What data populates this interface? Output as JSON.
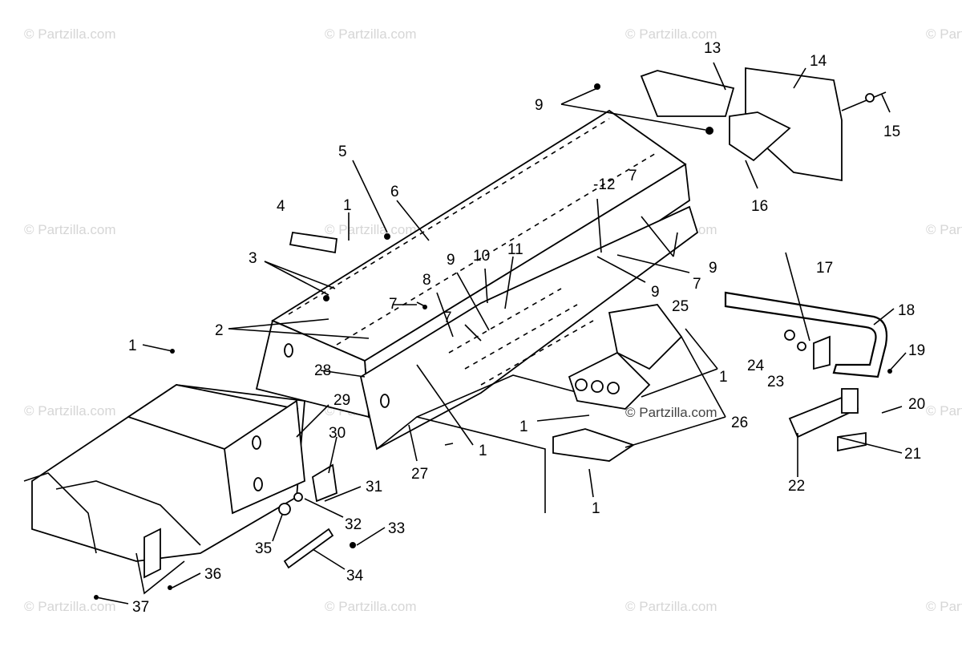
{
  "watermark": "© Partzilla.com",
  "callouts": [
    {
      "id": "c1a",
      "text": "1"
    },
    {
      "id": "c1b",
      "text": "1"
    },
    {
      "id": "c1c",
      "text": "1"
    },
    {
      "id": "c1d",
      "text": "1"
    },
    {
      "id": "c1e",
      "text": "1"
    },
    {
      "id": "c1f",
      "text": "1"
    },
    {
      "id": "c2",
      "text": "2"
    },
    {
      "id": "c3",
      "text": "3"
    },
    {
      "id": "c4",
      "text": "4"
    },
    {
      "id": "c5",
      "text": "5"
    },
    {
      "id": "c6",
      "text": "6"
    },
    {
      "id": "c7a",
      "text": "7"
    },
    {
      "id": "c7b",
      "text": "7"
    },
    {
      "id": "c7c",
      "text": "7"
    },
    {
      "id": "c7d",
      "text": "7"
    },
    {
      "id": "c8",
      "text": "8"
    },
    {
      "id": "c9a",
      "text": "9"
    },
    {
      "id": "c9b",
      "text": "9"
    },
    {
      "id": "c9c",
      "text": "9"
    },
    {
      "id": "c9d",
      "text": "9"
    },
    {
      "id": "c10",
      "text": "10"
    },
    {
      "id": "c11",
      "text": "11"
    },
    {
      "id": "c12",
      "text": "-12"
    },
    {
      "id": "c13",
      "text": "13"
    },
    {
      "id": "c14",
      "text": "14"
    },
    {
      "id": "c15",
      "text": "15"
    },
    {
      "id": "c16",
      "text": "16"
    },
    {
      "id": "c17",
      "text": "17"
    },
    {
      "id": "c18",
      "text": "18"
    },
    {
      "id": "c19",
      "text": "19"
    },
    {
      "id": "c20",
      "text": "20"
    },
    {
      "id": "c21",
      "text": "21"
    },
    {
      "id": "c22",
      "text": "22"
    },
    {
      "id": "c23",
      "text": "23"
    },
    {
      "id": "c24",
      "text": "24"
    },
    {
      "id": "c25",
      "text": "25"
    },
    {
      "id": "c26",
      "text": "26"
    },
    {
      "id": "c27",
      "text": "27"
    },
    {
      "id": "c28",
      "text": "28"
    },
    {
      "id": "c29",
      "text": "29"
    },
    {
      "id": "c30",
      "text": "30"
    },
    {
      "id": "c31",
      "text": "31"
    },
    {
      "id": "c32",
      "text": "32"
    },
    {
      "id": "c33",
      "text": "33"
    },
    {
      "id": "c34",
      "text": "34"
    },
    {
      "id": "c35",
      "text": "35"
    },
    {
      "id": "c36",
      "text": "36"
    },
    {
      "id": "c37",
      "text": "37"
    }
  ]
}
